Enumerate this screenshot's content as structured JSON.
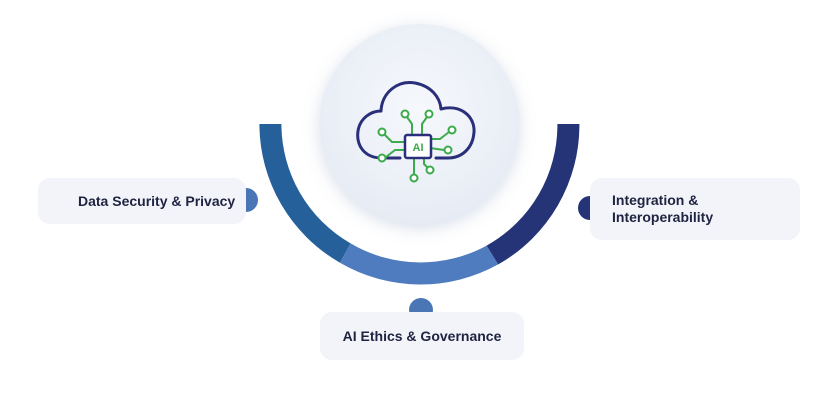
{
  "center": {
    "icon": "cloud-ai-chip-icon",
    "chip_label": "AI"
  },
  "items": {
    "left": {
      "label": "Data Security & Privacy",
      "color": "#4a76b5"
    },
    "right": {
      "label": "Integration &\nInteroperability",
      "color": "#253377"
    },
    "bottom": {
      "label": "AI Ethics & Governance",
      "color": "#4a76b5"
    }
  },
  "colors": {
    "arc_left": "#25609a",
    "arc_bottom": "#4f7bbf",
    "arc_right": "#253377",
    "icon_stroke": "#2a2f7a",
    "circuit": "#3cab4b",
    "card_bg": "#f2f4f9"
  }
}
